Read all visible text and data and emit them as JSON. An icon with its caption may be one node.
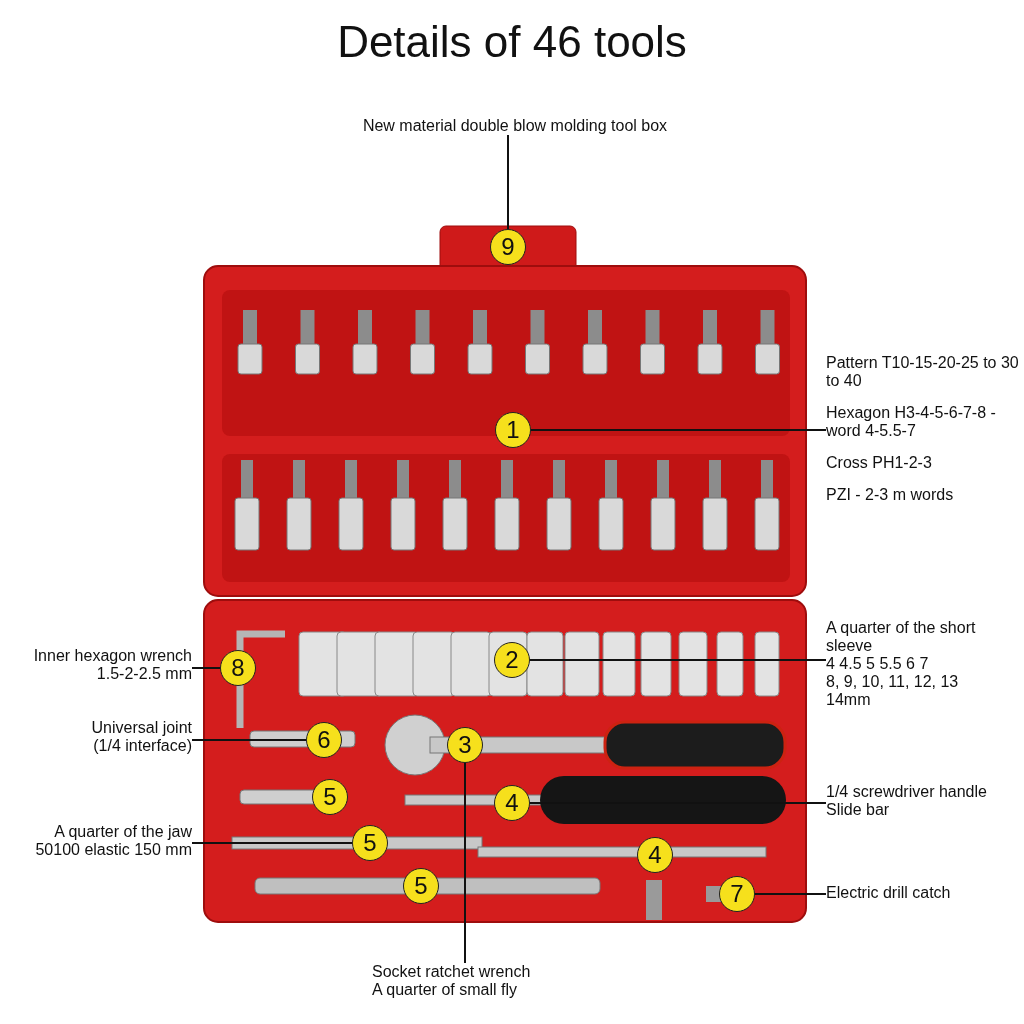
{
  "diagram": {
    "title": "Details of 46 tools",
    "nodes": [
      {
        "text": [
          "New material double blow molding tool box"
        ]
      },
      {
        "text": [
          "9"
        ]
      },
      {
        "text": [
          "1"
        ]
      },
      {
        "text": [
          "Pattern T10-15-20-25 to 30 to 40",
          "Hexagon H3-4-5-6-7-8 - word 4-5.5-7",
          "Cross PH1-2-3",
          "PZI - 2-3 m words"
        ]
      },
      {
        "text": [
          "2"
        ]
      },
      {
        "text": [
          "A quarter of the short sleeve",
          "4 4.5 5 5.5 6 7",
          "8, 9, 10, 11, 12, 13",
          "14mm"
        ]
      },
      {
        "text": [
          "Inner hexagon wrench",
          "1.5-2-2.5 mm"
        ]
      },
      {
        "text": [
          "8"
        ]
      },
      {
        "text": [
          "Universal joint",
          "(1/4 interface)"
        ]
      },
      {
        "text": [
          "6"
        ]
      },
      {
        "text": [
          "3"
        ]
      },
      {
        "text": [
          "5"
        ]
      },
      {
        "text": [
          "4"
        ]
      },
      {
        "text": [
          "1/4 screwdriver handle",
          "Slide bar"
        ]
      },
      {
        "text": [
          "A quarter of the jaw",
          "50100 elastic 150 mm"
        ]
      },
      {
        "text": [
          "5"
        ]
      },
      {
        "text": [
          "4"
        ]
      },
      {
        "text": [
          "5"
        ]
      },
      {
        "text": [
          "7"
        ]
      },
      {
        "text": [
          "Electric drill catch"
        ]
      },
      {
        "text": [
          "Socket ratchet wrench",
          "A quarter of small fly"
        ]
      }
    ],
    "edges": [
      {
        "from": 1,
        "to": 0,
        "arrow": "none"
      },
      {
        "from": 2,
        "to": 3,
        "arrow": "none"
      },
      {
        "from": 4,
        "to": 5,
        "arrow": "none"
      },
      {
        "from": 7,
        "to": 6,
        "arrow": "none"
      },
      {
        "from": 9,
        "to": 8,
        "arrow": "none"
      },
      {
        "from": 10,
        "to": 20,
        "arrow": "none"
      },
      {
        "from": 12,
        "to": 13,
        "arrow": "none"
      },
      {
        "from": 15,
        "to": 14,
        "arrow": "none"
      },
      {
        "from": 18,
        "to": 19,
        "arrow": "none"
      }
    ]
  }
}
